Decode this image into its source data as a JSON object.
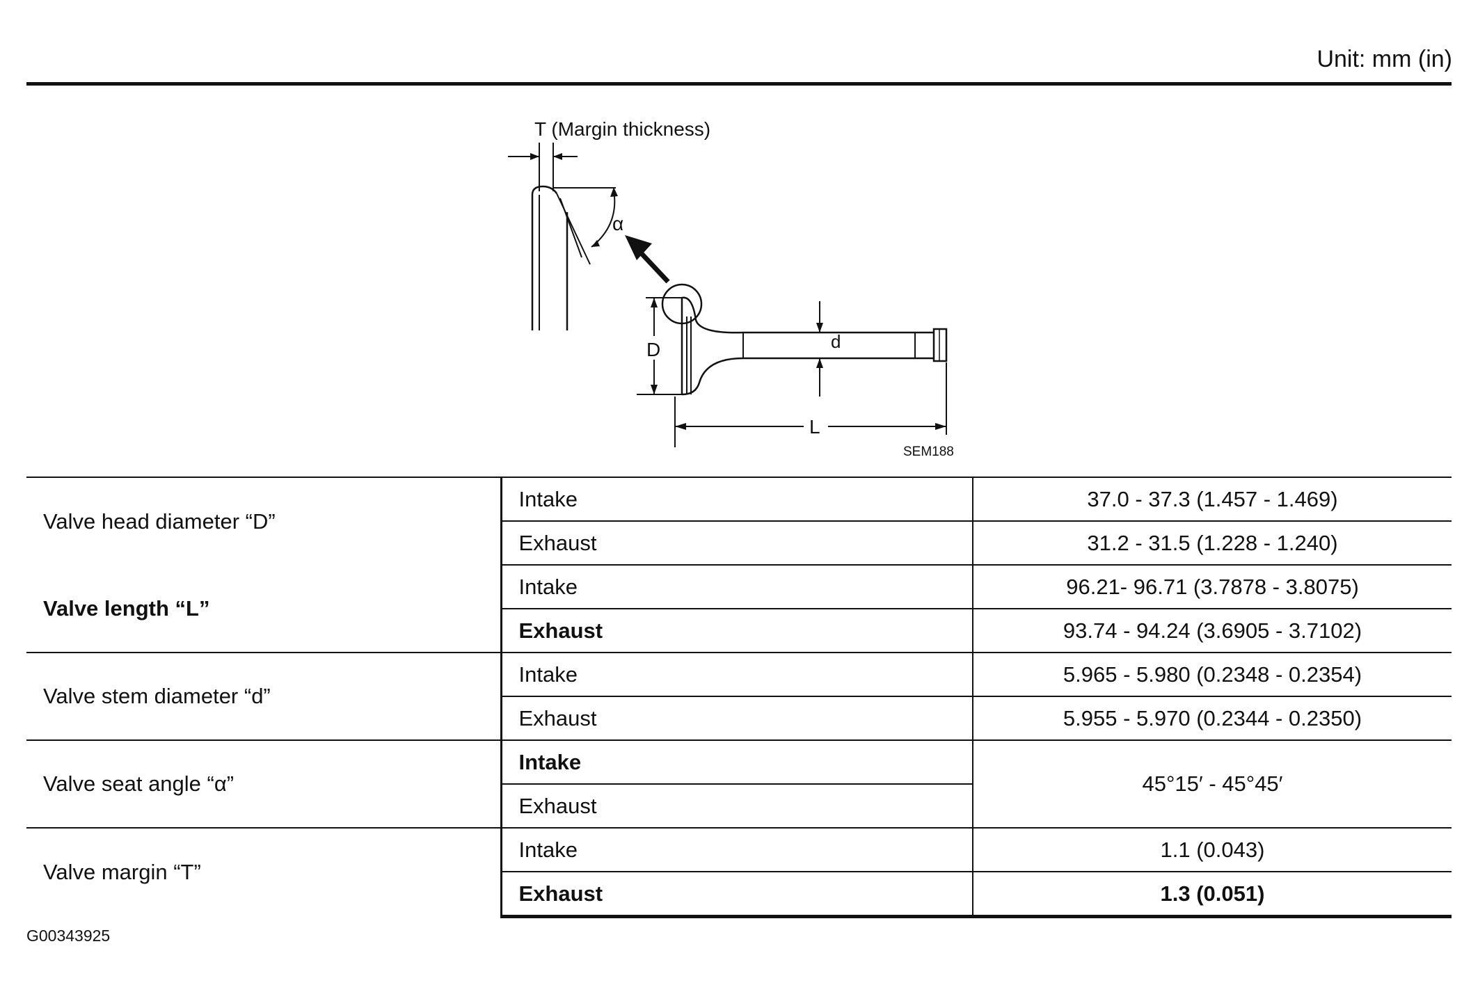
{
  "header": {
    "unit": "Unit: mm (in)"
  },
  "diagram": {
    "margin_label": "T (Margin thickness)",
    "alpha": "α",
    "d_upper": "D",
    "d_lower": "d",
    "l_label": "L",
    "ref_code": "SEM188"
  },
  "table": {
    "rows": [
      {
        "parameter": "Valve head diameter “D”",
        "intake_label": "Intake",
        "exhaust_label": "Exhaust",
        "intake_value": "37.0 - 37.3 (1.457 - 1.469)",
        "exhaust_value": "31.2 - 31.5 (1.228 - 1.240)"
      },
      {
        "parameter": "Valve length “L”",
        "intake_label": "Intake",
        "exhaust_label": "Exhaust",
        "intake_value": "96.21- 96.71 (3.7878 - 3.8075)",
        "exhaust_value": "93.74 - 94.24 (3.6905 - 3.7102)"
      },
      {
        "parameter": "Valve stem diameter “d”",
        "intake_label": "Intake",
        "exhaust_label": "Exhaust",
        "intake_value": "5.965 - 5.980 (0.2348 - 0.2354)",
        "exhaust_value": "5.955 - 5.970 (0.2344 - 0.2350)"
      },
      {
        "parameter": "Valve seat angle “α”",
        "intake_label": "Intake",
        "exhaust_label": "Exhaust",
        "value": "45°15′ - 45°45′"
      },
      {
        "parameter": "Valve margin “T”",
        "intake_label": "Intake",
        "exhaust_label": "Exhaust",
        "intake_value": "1.1 (0.043)",
        "exhaust_value": "1.3 (0.051)"
      }
    ]
  },
  "footer": {
    "doc_id": "G00343925"
  }
}
